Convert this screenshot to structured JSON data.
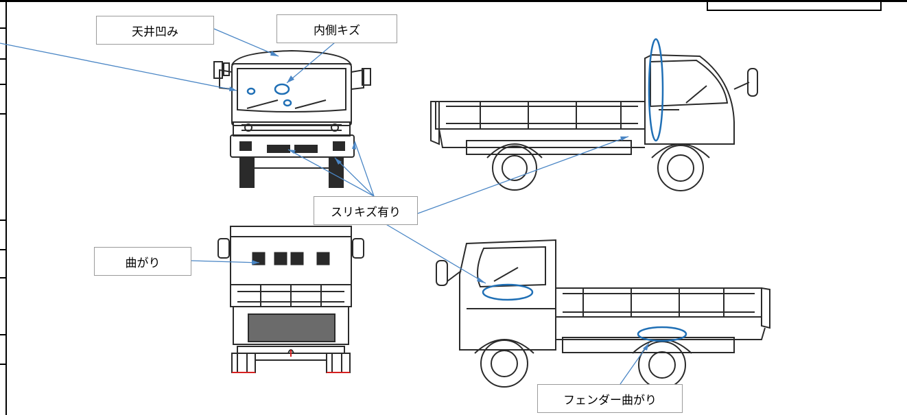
{
  "labels": {
    "ceiling_dent": "天井凹み",
    "inner_scratch": "内側キズ",
    "scuff_scratches": "スリキズ有り",
    "bent": "曲がり",
    "fender_bent": "フェンダー曲がり"
  },
  "colors": {
    "annotation": "#4a86c5",
    "marker": "#1f6fb5",
    "drawing": "#2a2a2a",
    "frame": "#000000",
    "box_border": "#9a9a9a",
    "bumper_red": "#d62020"
  },
  "views": [
    "front-view",
    "right-side-view",
    "rear-view",
    "left-side-view"
  ]
}
